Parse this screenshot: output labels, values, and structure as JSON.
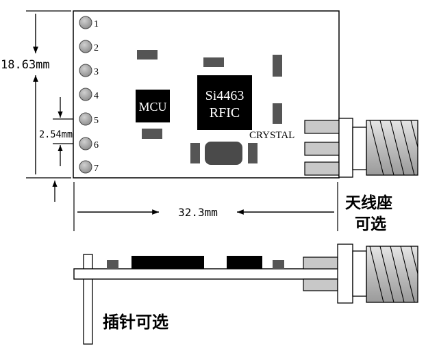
{
  "pins": [
    {
      "number": "1"
    },
    {
      "number": "2"
    },
    {
      "number": "3"
    },
    {
      "number": "4"
    },
    {
      "number": "5"
    },
    {
      "number": "6"
    },
    {
      "number": "7"
    }
  ],
  "chips": {
    "mcu_label": "MCU",
    "rfic_line1": "Si4463",
    "rfic_line2": "RFIC",
    "crystal_label": "CRYSTAL"
  },
  "dimensions": {
    "height": "18.63mm",
    "pin_pitch": "2.54mm",
    "width": "32.3mm"
  },
  "annotations": {
    "antenna_line1": "天线座",
    "antenna_line2": "可选",
    "pin_header": "插针可选"
  },
  "colors": {
    "ink": "#000000",
    "pad_gray": "#555555",
    "pin_gray": "#a8a8a8",
    "connector_gray": "#c8c8c8"
  }
}
